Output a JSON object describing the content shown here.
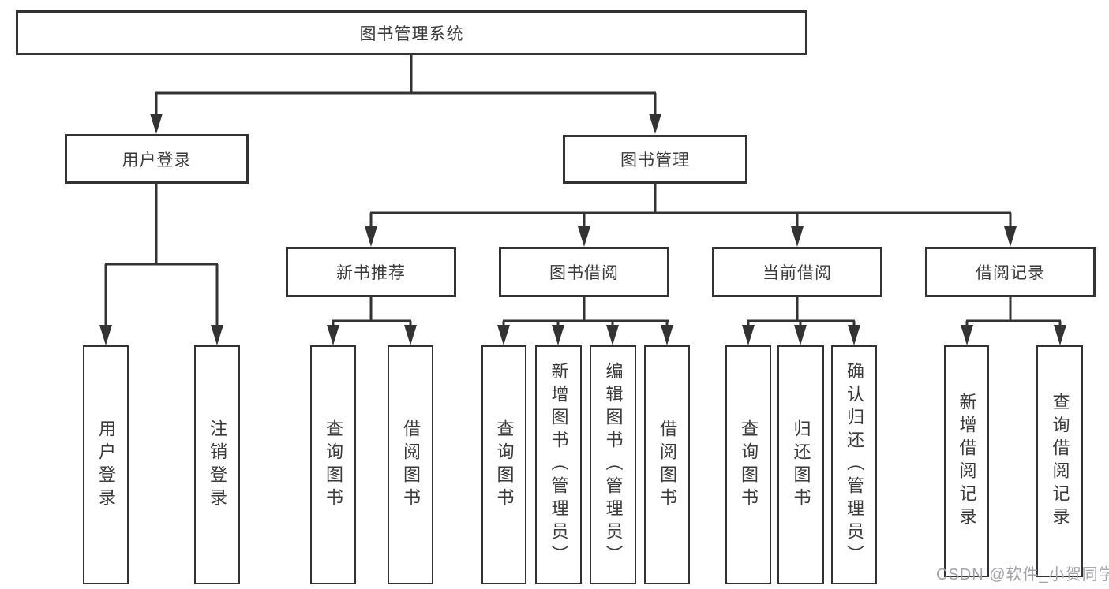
{
  "diagram": {
    "root": {
      "label": "图书管理系统"
    },
    "level2": [
      {
        "label": "用户登录"
      },
      {
        "label": "图书管理"
      }
    ],
    "level3": [
      {
        "label": "新书推荐"
      },
      {
        "label": "图书借阅"
      },
      {
        "label": "当前借阅"
      },
      {
        "label": "借阅记录"
      }
    ],
    "leaves": [
      {
        "label": "用户登录"
      },
      {
        "label": "注销登录"
      },
      {
        "label": "查询图书"
      },
      {
        "label": "借阅图书"
      },
      {
        "label": "查询图书"
      },
      {
        "label": "新增图书（管理员）"
      },
      {
        "label": "编辑图书（管理员）"
      },
      {
        "label": "借阅图书"
      },
      {
        "label": "查询图书"
      },
      {
        "label": "归还图书"
      },
      {
        "label": "确认归还（管理员）"
      },
      {
        "label": "新增借阅记录"
      },
      {
        "label": "查询借阅记录"
      }
    ]
  },
  "watermark": {
    "text": "CSDN @软件_小贺同学"
  },
  "colors": {
    "line": "#333333",
    "box_border": "#333333",
    "text": "#3a3a3a",
    "watermark": "#a2a2a7",
    "background": "#ffffff"
  }
}
